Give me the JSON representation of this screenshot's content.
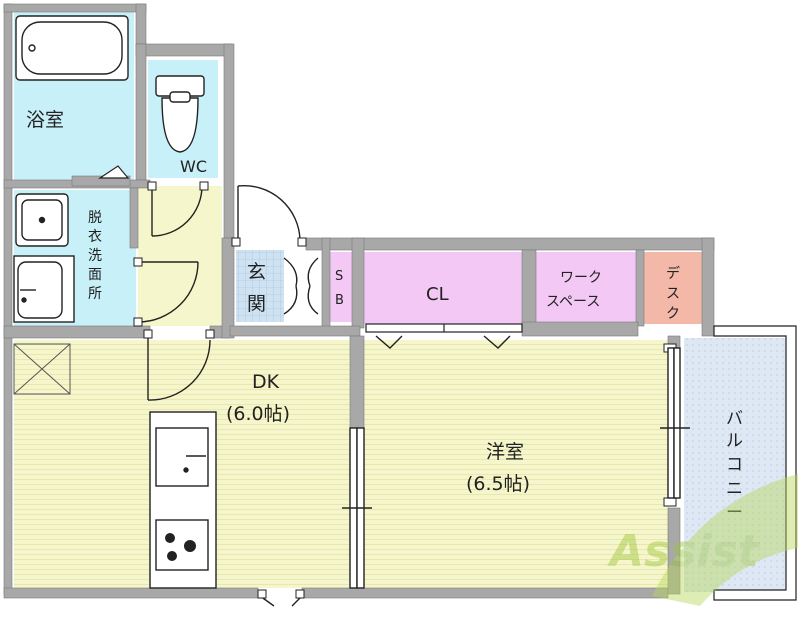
{
  "rooms": {
    "bath": "浴室",
    "wc": "WC",
    "washroom": [
      "脱",
      "衣",
      "洗",
      "面",
      "所"
    ],
    "entrance": [
      "玄",
      "関"
    ],
    "shoe_box": [
      "S",
      "B"
    ],
    "closet": "CL",
    "work_space": [
      "ワーク",
      "スペース"
    ],
    "desk": [
      "デ",
      "ス",
      "ク"
    ],
    "dk": {
      "name": "DK",
      "size": "(6.0帖)"
    },
    "western": {
      "name": "洋室",
      "size": "(6.5帖)"
    },
    "balcony": [
      "バ",
      "ル",
      "コ",
      "ニ",
      "ー"
    ]
  },
  "watermark": "Assist",
  "colors": {
    "wall": "#a8a8a8",
    "water": "#c8f0f8",
    "floor": "#f6f6cc",
    "closet": "#f4c8f4",
    "desk": "#f4b8a8",
    "entrance": "#cfe2f2",
    "balcony": "#dde8f4",
    "floor_line": "#e8e8b0",
    "door": "#222222"
  }
}
